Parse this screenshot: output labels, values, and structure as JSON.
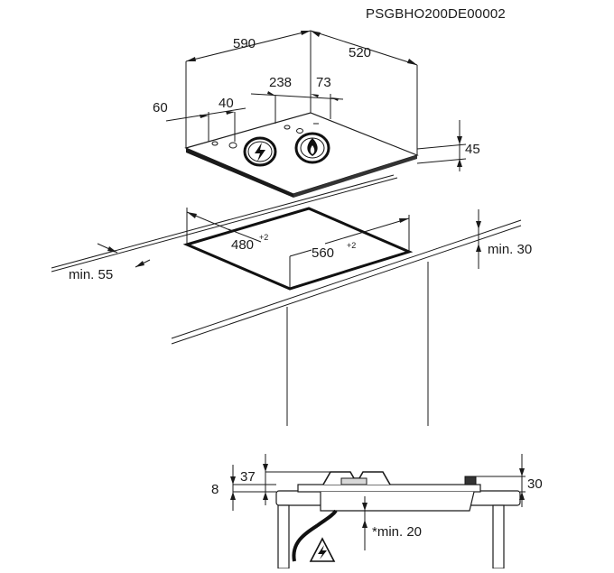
{
  "document_code": "PSGBHO200DE00002",
  "hob": {
    "width": "590",
    "depth": "520",
    "control_offset": "238",
    "control_offset_2": "73",
    "edge_left": "60",
    "edge_knob": "40",
    "height": "45"
  },
  "cutout": {
    "depth": "480",
    "depth_tolerance": "+2",
    "width": "560",
    "width_tolerance": "+2",
    "min_front": "min. 55",
    "min_side": "min. 30"
  },
  "section": {
    "total_height": "8",
    "burner_height": "37",
    "knob_height": "30",
    "min_clearance": "*min. 20"
  },
  "icons": {
    "gas": "flame-icon",
    "electric": "lightning-icon",
    "warning": "electric-warning-icon"
  }
}
